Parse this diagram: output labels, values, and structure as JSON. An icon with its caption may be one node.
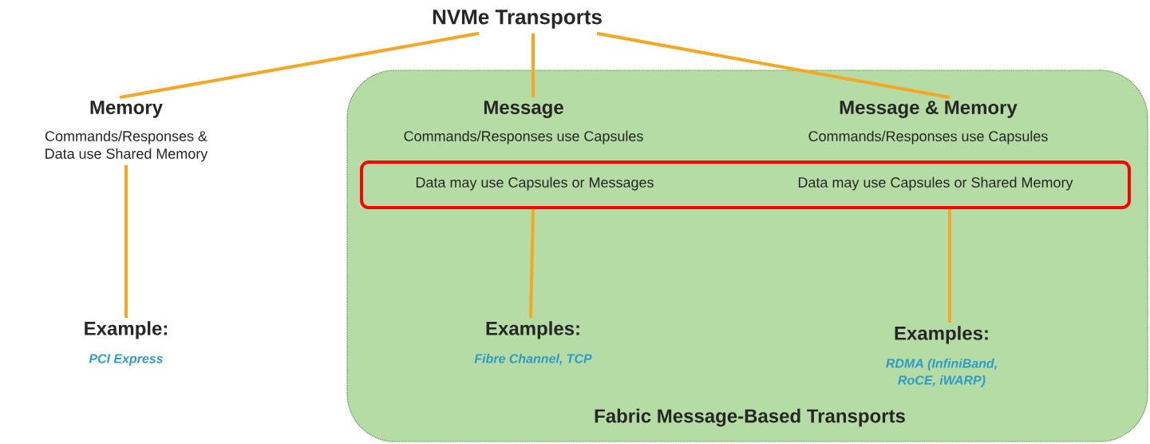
{
  "diagram": {
    "nodes": [
      {
        "text": [
          "NVMe Transports"
        ]
      },
      {
        "text": [
          "Fabric Message-Based Transports"
        ]
      },
      {
        "text": [
          "Memory",
          "Commands/Responses & Data use Shared Memory"
        ]
      },
      {
        "text": [
          "Message",
          "Commands/Responses use Capsules"
        ],
        "in": 1
      },
      {
        "text": [
          "Message & Memory",
          "Commands/Responses use Capsules"
        ],
        "in": 1
      },
      {
        "text": [
          "Data may use Capsules or Messages",
          "Data may use Capsules or Shared Memory"
        ],
        "in": 1
      },
      {
        "text": [
          "Example:",
          "PCI Express"
        ]
      },
      {
        "text": [
          "Examples:",
          "Fibre Channel, TCP"
        ],
        "in": 1
      },
      {
        "text": [
          "Examples:",
          "RDMA (InfiniBand, RoCE, iWARP)"
        ],
        "in": 1
      }
    ],
    "edges": [
      {
        "from": 0,
        "to": 2,
        "arrow": "none"
      },
      {
        "from": 0,
        "to": 3,
        "arrow": "none"
      },
      {
        "from": 0,
        "to": 4,
        "arrow": "none"
      },
      {
        "from": 2,
        "to": 6,
        "arrow": "none"
      },
      {
        "from": 5,
        "to": 7,
        "arrow": "none"
      },
      {
        "from": 5,
        "to": 8,
        "arrow": "none"
      }
    ]
  }
}
